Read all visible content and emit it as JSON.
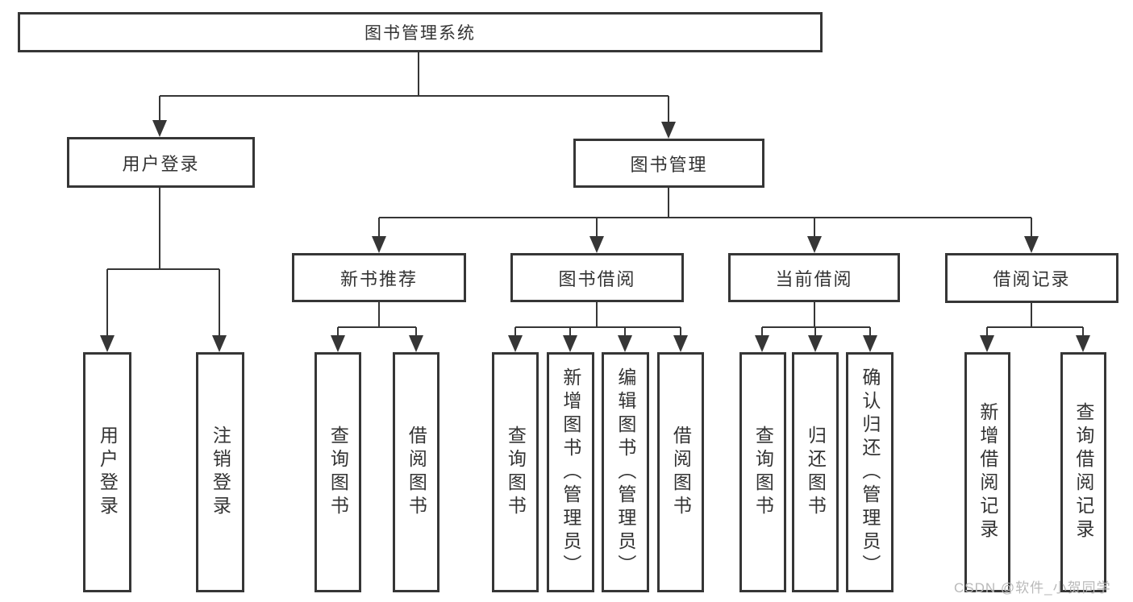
{
  "nodes": {
    "root": "图书管理系统",
    "user_login": "用户登录",
    "book_mgmt": "图书管理",
    "new_books": "新书推荐",
    "borrowing": "图书借阅",
    "current": "当前借阅",
    "records": "借阅记录"
  },
  "leaves": [
    "用户登录",
    "注销登录",
    "查询图书",
    "借阅图书",
    "查询图书",
    "新增图书（管理员）",
    "编辑图书（管理员）",
    "借阅图书",
    "查询图书",
    "归还图书",
    "确认归还（管理员）",
    "新增借阅记录",
    "查询借阅记录"
  ],
  "watermark": "CSDN @软件_小贺同学",
  "colors": {
    "line": "#363636",
    "box_border": "#363636",
    "text": "#333333",
    "watermark": "#b9b9b9",
    "background": "#ffffff"
  }
}
